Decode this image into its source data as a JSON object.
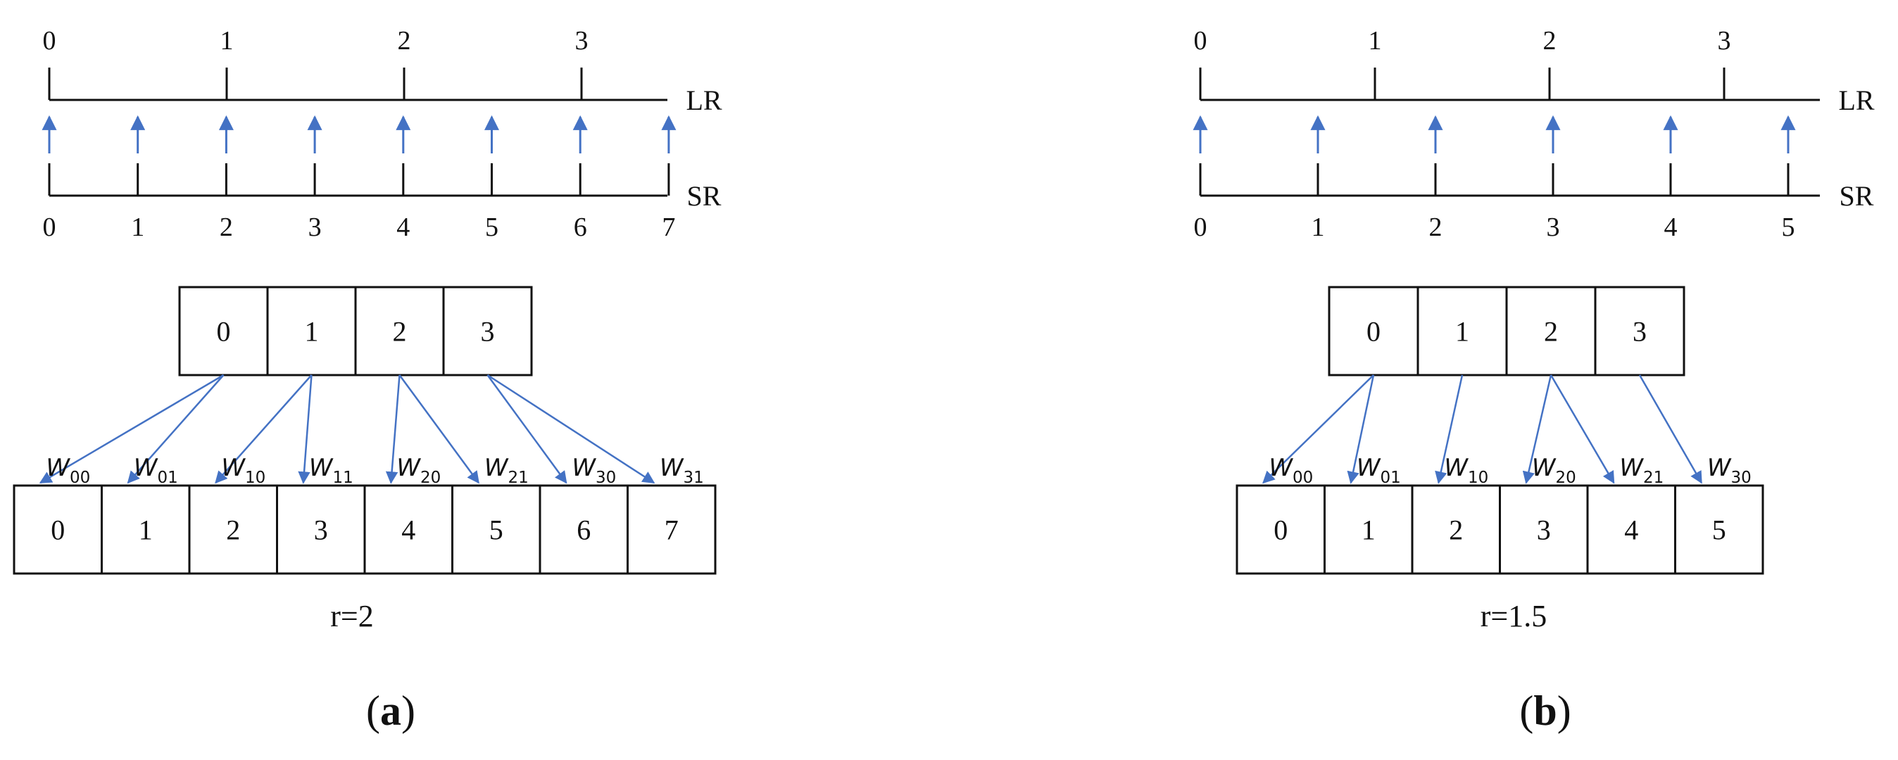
{
  "colors": {
    "arrow": "#4472C4",
    "line": "#111111",
    "background": "#ffffff"
  },
  "panels": [
    {
      "caption": {
        "open": "(",
        "letter": "a",
        "close": ")"
      },
      "ratio_label": "r=2",
      "lr": {
        "tag": "LR",
        "ticks": [
          "0",
          "1",
          "2",
          "3"
        ]
      },
      "sr": {
        "tag": "SR",
        "ticks": [
          "0",
          "1",
          "2",
          "3",
          "4",
          "5",
          "6",
          "7"
        ]
      },
      "source_cells": [
        "0",
        "1",
        "2",
        "3"
      ],
      "target_cells": [
        "0",
        "1",
        "2",
        "3",
        "4",
        "5",
        "6",
        "7"
      ],
      "weights": [
        {
          "main": "W",
          "sub": "00",
          "from": 0,
          "to": 0
        },
        {
          "main": "W",
          "sub": "01",
          "from": 0,
          "to": 1
        },
        {
          "main": "W",
          "sub": "10",
          "from": 1,
          "to": 2
        },
        {
          "main": "W",
          "sub": "11",
          "from": 1,
          "to": 3
        },
        {
          "main": "W",
          "sub": "20",
          "from": 2,
          "to": 4
        },
        {
          "main": "W",
          "sub": "21",
          "from": 2,
          "to": 5
        },
        {
          "main": "W",
          "sub": "30",
          "from": 3,
          "to": 6
        },
        {
          "main": "W",
          "sub": "31",
          "from": 3,
          "to": 7
        }
      ]
    },
    {
      "caption": {
        "open": "(",
        "letter": "b",
        "close": ")"
      },
      "ratio_label": "r=1.5",
      "lr": {
        "tag": "LR",
        "ticks": [
          "0",
          "1",
          "2",
          "3"
        ]
      },
      "sr": {
        "tag": "SR",
        "ticks": [
          "0",
          "1",
          "2",
          "3",
          "4",
          "5"
        ]
      },
      "source_cells": [
        "0",
        "1",
        "2",
        "3"
      ],
      "target_cells": [
        "0",
        "1",
        "2",
        "3",
        "4",
        "5"
      ],
      "weights": [
        {
          "main": "W",
          "sub": "00",
          "from": 0,
          "to": 0
        },
        {
          "main": "W",
          "sub": "01",
          "from": 0,
          "to": 1
        },
        {
          "main": "W",
          "sub": "10",
          "from": 1,
          "to": 2
        },
        {
          "main": "W",
          "sub": "20",
          "from": 2,
          "to": 3
        },
        {
          "main": "W",
          "sub": "21",
          "from": 2,
          "to": 4
        },
        {
          "main": "W",
          "sub": "30",
          "from": 3,
          "to": 5
        }
      ]
    }
  ]
}
